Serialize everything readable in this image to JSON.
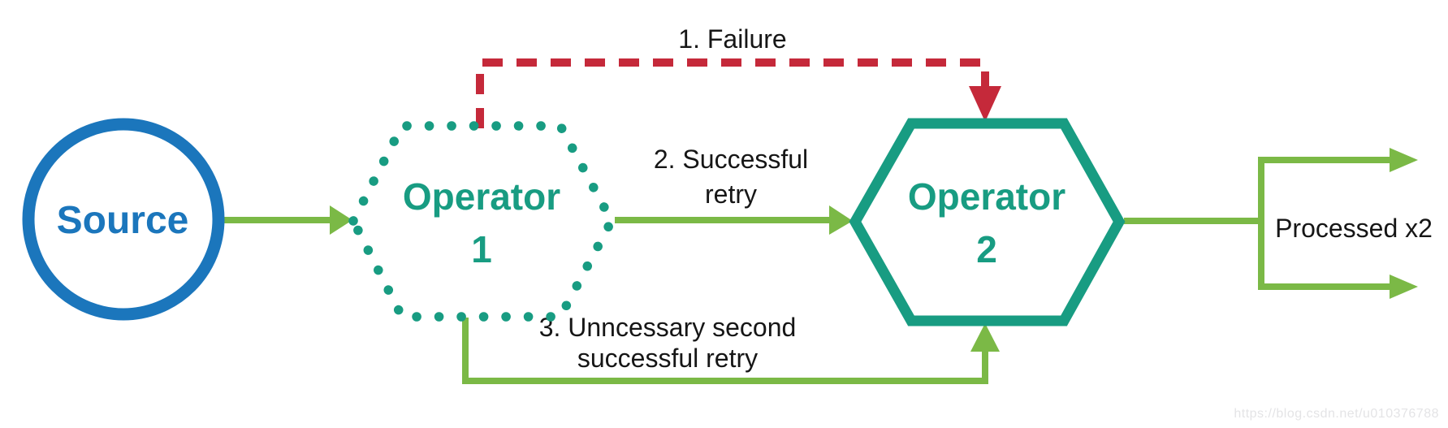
{
  "colors": {
    "blue": "#1b76bc",
    "teal": "#189c82",
    "green": "#7bb946",
    "red": "#c5293a",
    "label": "#161616",
    "watermark": "#e4e4e6",
    "background": "#ffffff"
  },
  "nodes": {
    "source": {
      "label": "Source"
    },
    "operator1": {
      "line1": "Operator",
      "line2": "1"
    },
    "operator2": {
      "line1": "Operator",
      "line2": "2"
    }
  },
  "edges": {
    "failure": {
      "label": "1. Failure"
    },
    "successful_retry": {
      "line1": "2. Successful",
      "line2": "retry"
    },
    "second_retry": {
      "line1": "3. Unncessary second",
      "line2": "successful retry"
    },
    "output": {
      "label": "Processed x2"
    }
  },
  "watermark": {
    "text": "https://blog.csdn.net/u010376788"
  }
}
